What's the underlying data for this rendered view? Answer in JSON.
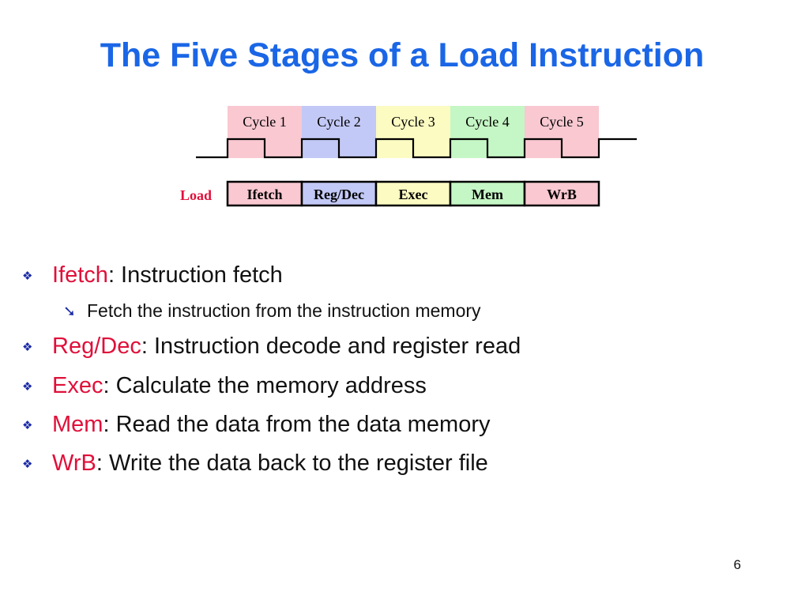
{
  "slide": {
    "title": "The Five Stages of a Load Instruction",
    "page_number": "6"
  },
  "diagram": {
    "cycles": [
      {
        "label": "Cycle 1",
        "color": "#f9c8d1"
      },
      {
        "label": "Cycle 2",
        "color": "#c3c9f6"
      },
      {
        "label": "Cycle 3",
        "color": "#fbfbc2"
      },
      {
        "label": "Cycle 4",
        "color": "#c5f6c5"
      },
      {
        "label": "Cycle 5",
        "color": "#f9c8d1"
      }
    ],
    "instruction": {
      "label": "Load",
      "label_color": "#e0103a",
      "stages": [
        "Ifetch",
        "Reg/Dec",
        "Exec",
        "Mem",
        "WrB"
      ]
    }
  },
  "bullets": [
    {
      "term": "Ifetch",
      "rest": ": Instruction fetch",
      "subs": [
        {
          "glyph": "arrow-down-right-icon",
          "text": "Fetch the instruction from the instruction memory"
        }
      ]
    },
    {
      "term": "Reg/Dec",
      "rest": ": Instruction decode and register read",
      "subs": []
    },
    {
      "term": "Exec",
      "rest": ": Calculate the memory address",
      "subs": []
    },
    {
      "term": "Mem",
      "rest": ": Read the data from the data memory",
      "subs": []
    },
    {
      "term": "WrB",
      "rest": ": Write the data back to the register file",
      "subs": []
    }
  ],
  "colors": {
    "title": "#1a66e6",
    "term": "#e0103a",
    "bullet_glyph": "#1a2aa8"
  }
}
